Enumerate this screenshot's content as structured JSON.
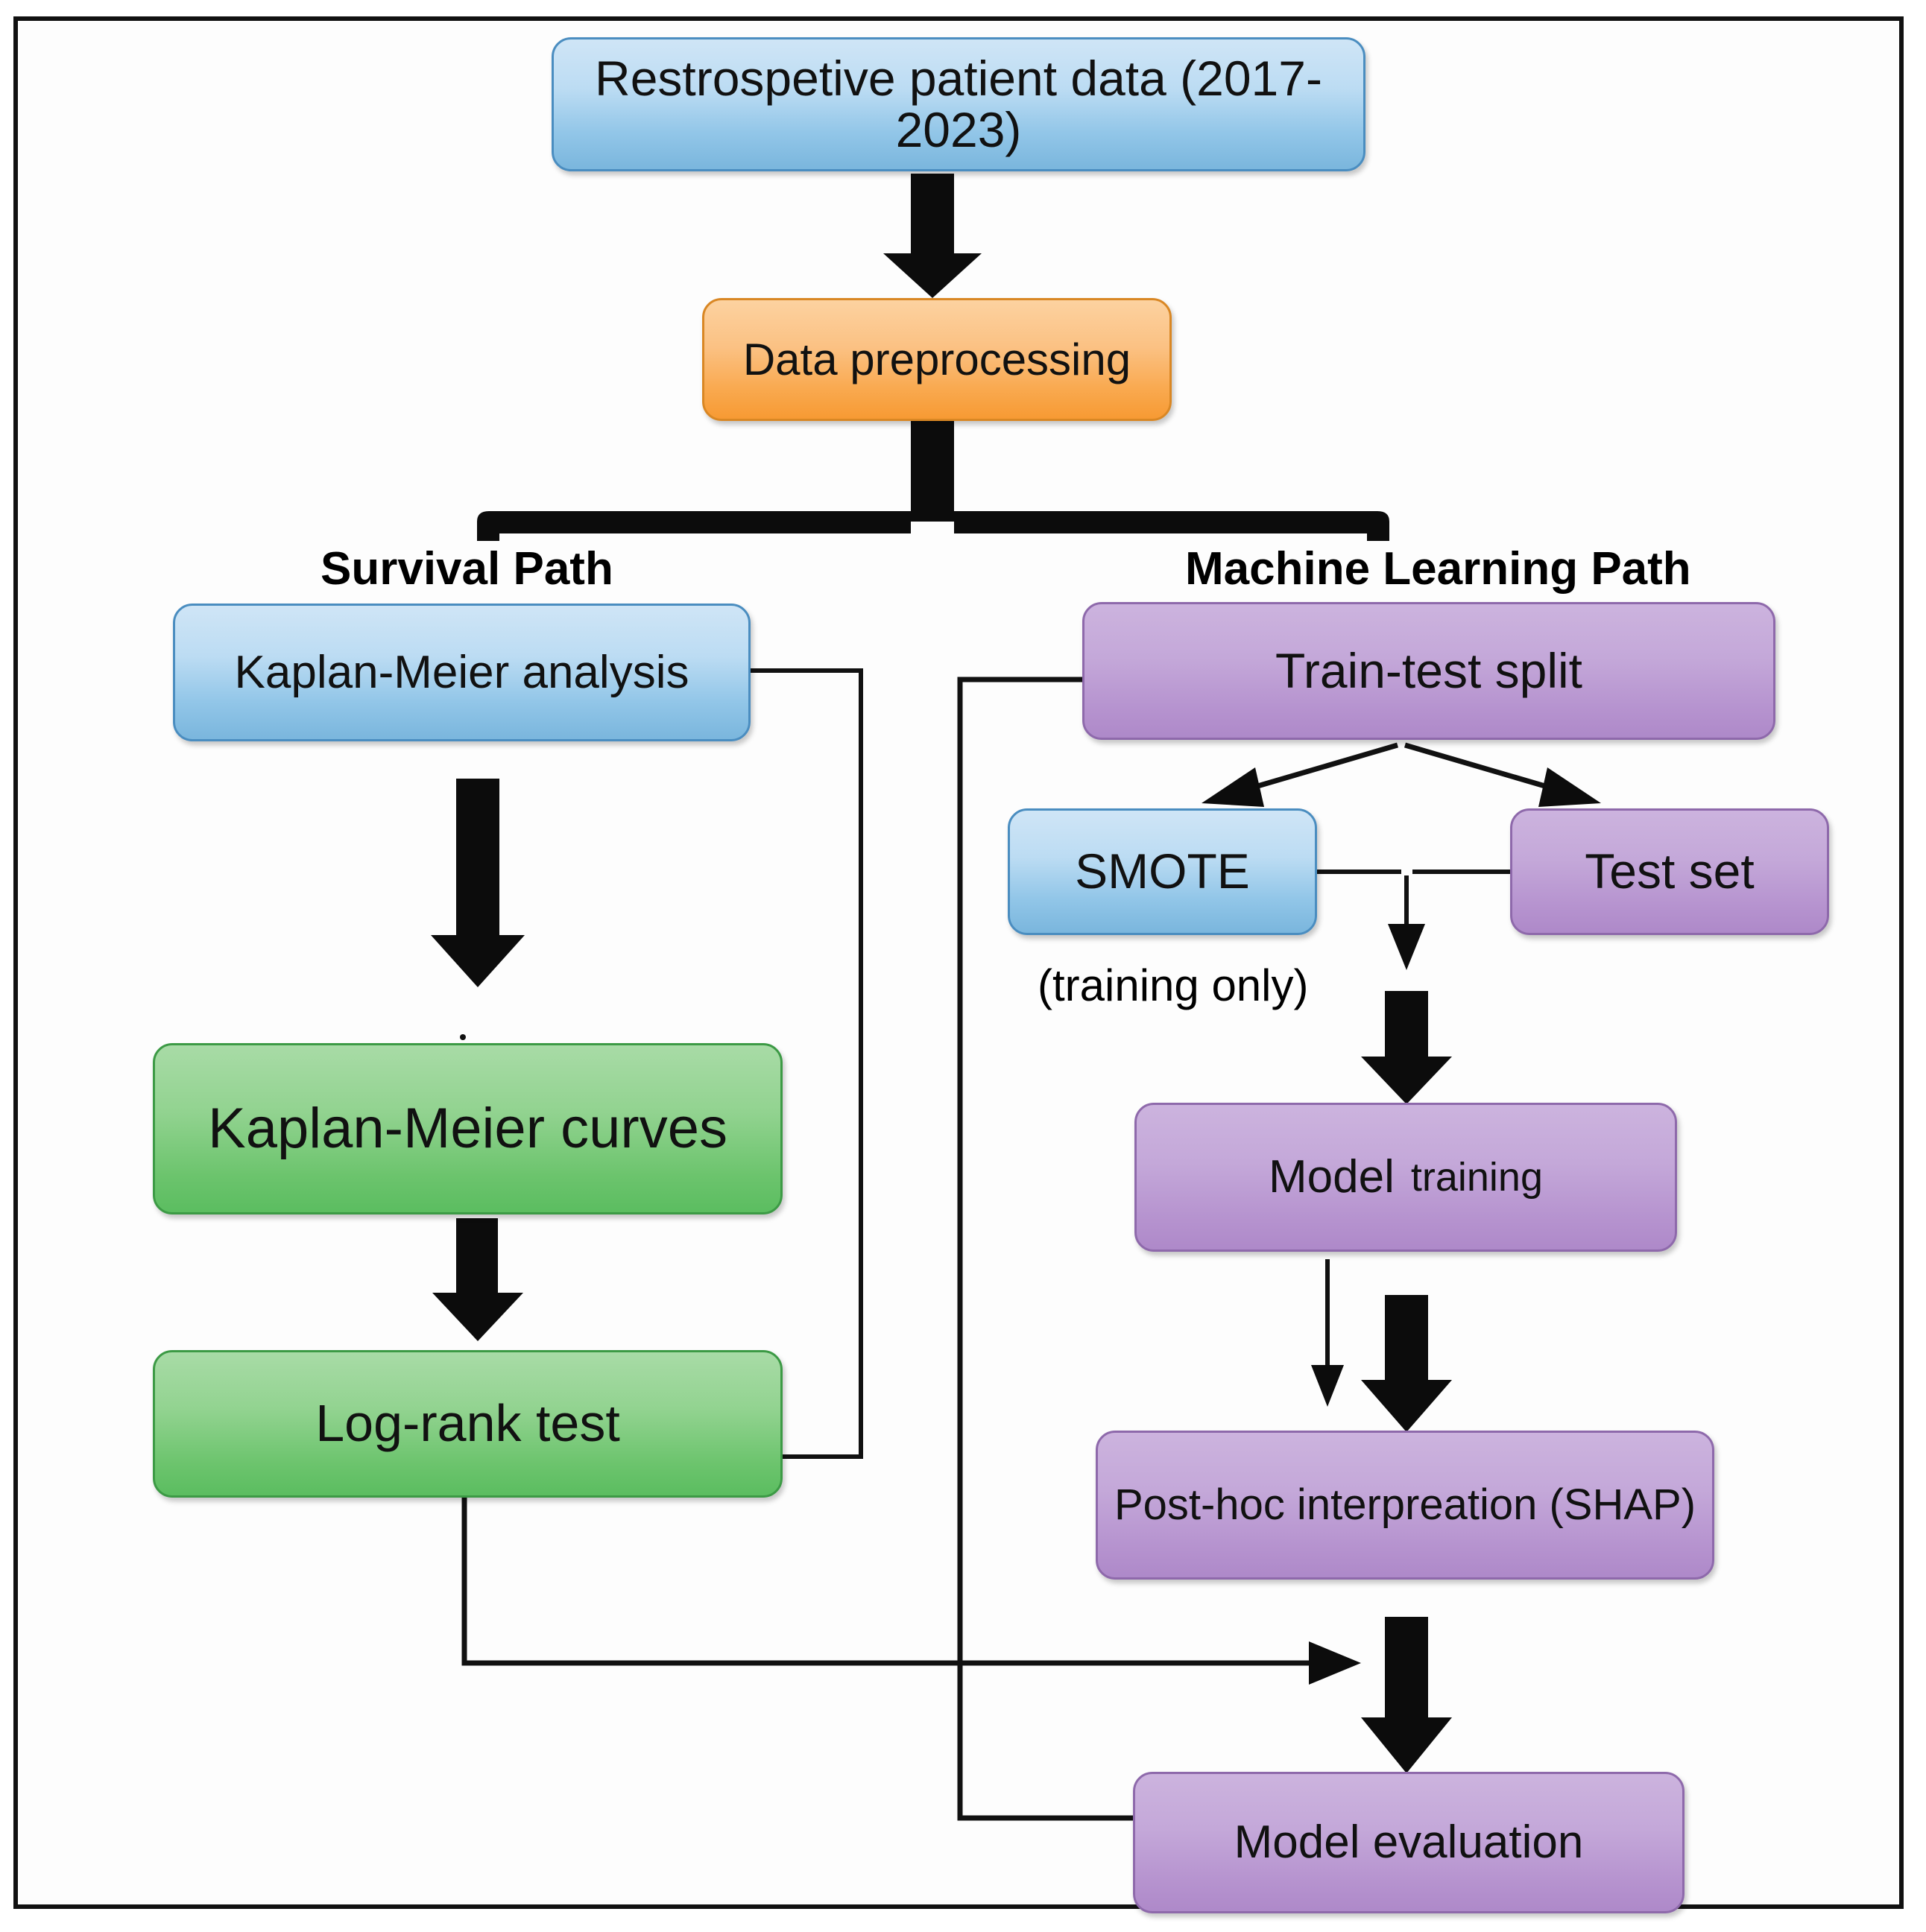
{
  "figure": {
    "type": "flowchart",
    "title": "Study workflow: survival analysis and machine learning pipeline",
    "path_labels": {
      "left": "Survival Path",
      "right": "Machine Learning Path"
    },
    "annotations": [
      {
        "name": "smote-note",
        "text": "(training only)"
      }
    ],
    "colors": {
      "blue": "#9ccbe8",
      "orange": "#f9a94f",
      "green": "#74c573",
      "purple": "#bd9ad2",
      "connector": "#111111",
      "frame": "#111111",
      "background": "#ffffff"
    },
    "nodes": [
      {
        "id": "n1",
        "label": "Restrospetive patient data (2017-2023)",
        "color": "blue"
      },
      {
        "id": "n2",
        "label": "Data preprocessing",
        "color": "orange"
      },
      {
        "id": "n3",
        "label": "Kaplan-Meier analysis",
        "color": "blue"
      },
      {
        "id": "n4",
        "label": "Kaplan-Meier curves",
        "color": "green"
      },
      {
        "id": "n5",
        "label": "Log-rank test",
        "color": "green"
      },
      {
        "id": "n6",
        "label": "Train-test split",
        "color": "purple"
      },
      {
        "id": "n7",
        "label": "SMOTE",
        "color": "blue"
      },
      {
        "id": "n8",
        "label": "Test set",
        "color": "purple"
      },
      {
        "id": "n9",
        "label_main": "Model",
        "label_sub": "training",
        "color": "purple"
      },
      {
        "id": "n10",
        "label": "Post-hoc interpreation (SHAP)",
        "color": "purple"
      },
      {
        "id": "n11",
        "label": "Model evaluation",
        "color": "purple"
      }
    ],
    "edges": [
      {
        "from": "Restrospetive patient data (2017-2023)",
        "to": "Data preprocessing",
        "style": "thick-block-arrow"
      },
      {
        "from": "Data preprocessing",
        "to": "Survival Path / Machine Learning Path",
        "style": "thick-split-bracket"
      },
      {
        "from": "Kaplan-Meier analysis",
        "to": "Kaplan-Meier curves",
        "style": "thick-block-arrow"
      },
      {
        "from": "Kaplan-Meier curves",
        "to": "Log-rank test",
        "style": "thick-block-arrow"
      },
      {
        "from": "Kaplan-Meier analysis",
        "to": "Log-rank test",
        "style": "thin-elbow-right"
      },
      {
        "from": "Log-rank test",
        "to": "Model evaluation",
        "style": "thin-elbow-arrow-right"
      },
      {
        "from": "Train-test split",
        "to": "SMOTE",
        "style": "diagonal-arrow"
      },
      {
        "from": "Train-test split",
        "to": "Test set",
        "style": "diagonal-arrow"
      },
      {
        "from": "SMOTE + Test set",
        "to": "Model training",
        "style": "merge-thin-then-thick-arrow"
      },
      {
        "from": "Model training",
        "to": "Post-hoc interpreation (SHAP)",
        "style": "thin-arrow-plus-thick-arrow"
      },
      {
        "from": "Train-test split",
        "to": "Model evaluation",
        "style": "thin-elbow-left-down"
      },
      {
        "from": "Post-hoc interpreation (SHAP)",
        "to": "Model evaluation",
        "style": "thick-block-arrow"
      }
    ]
  }
}
